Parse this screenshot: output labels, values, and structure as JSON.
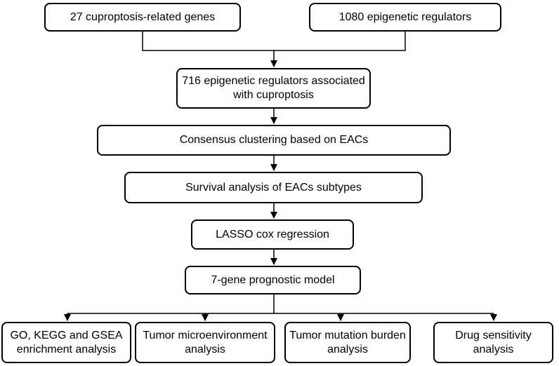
{
  "flowchart": {
    "inputs": {
      "genes": "27 cuproptosis-related genes",
      "regulators": "1080 epigenetic regulators"
    },
    "steps": {
      "associated_line1": "716 epigenetic regulators associated",
      "associated_line2": "with cuproptosis",
      "clustering": "Consensus clustering based on EACs",
      "survival": "Survival analysis of EACs subtypes",
      "lasso": "LASSO cox regression",
      "model": "7-gene prognostic model"
    },
    "outputs": {
      "enrichment_line1": "GO, KEGG and GSEA",
      "enrichment_line2": "enrichment analysis",
      "tme_line1": "Tumor microenvironment",
      "tme_line2": "analysis",
      "tmb_line1": "Tumor mutation burden",
      "tmb_line2": "analysis",
      "drug_line1": "Drug sensitivity",
      "drug_line2": "analysis"
    }
  },
  "colors": {
    "stroke": "#000000",
    "fill": "#ffffff",
    "text": "#000000"
  }
}
